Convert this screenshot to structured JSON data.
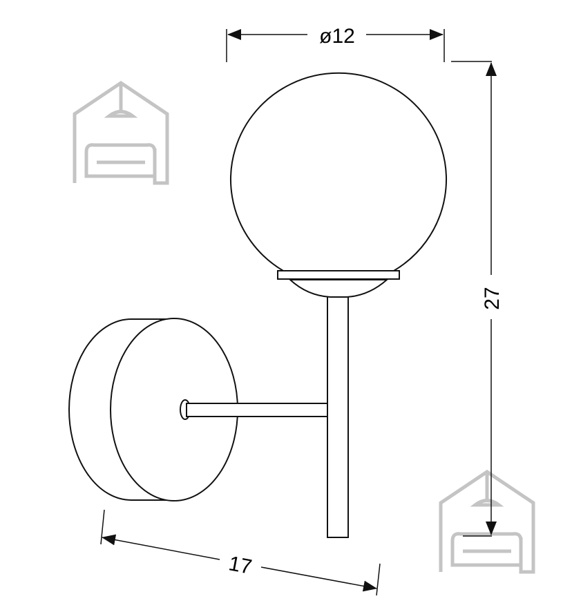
{
  "dimensions": {
    "diameter_label": "ø12",
    "height_label": "27",
    "depth_label": "17"
  },
  "watermark": {
    "icon": "house-with-lamp-and-sofa-icon",
    "color": "#c4c4c4"
  },
  "colors": {
    "line": "#111111",
    "background": "#ffffff"
  }
}
